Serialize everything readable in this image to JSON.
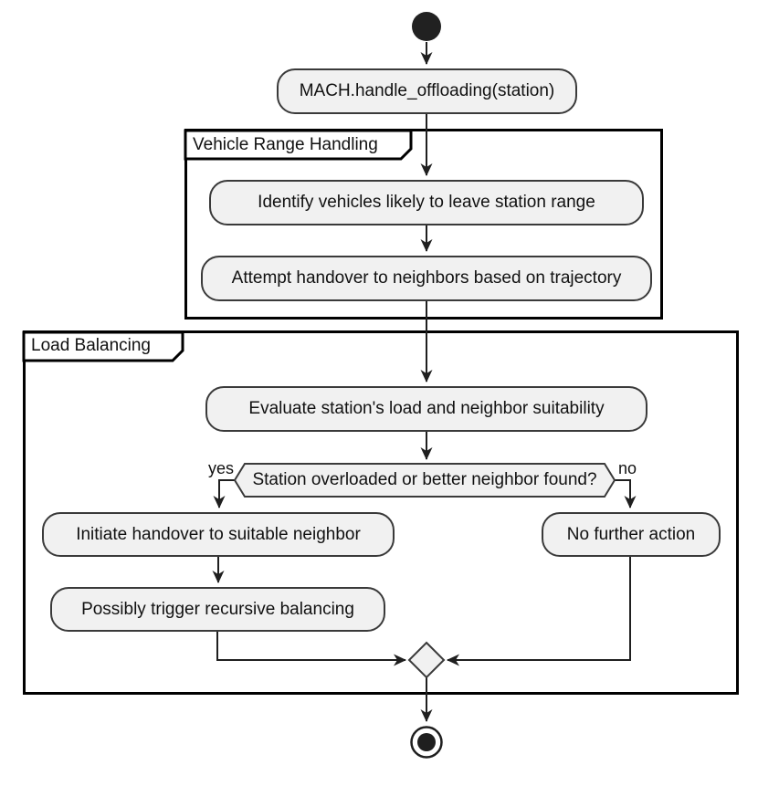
{
  "partitions": {
    "vehicle_range": "Vehicle Range Handling",
    "load_balancing": "Load Balancing"
  },
  "activities": {
    "entry": "MACH.handle_offloading(station)",
    "identify": "Identify vehicles likely to leave station range",
    "attempt": "Attempt handover to neighbors based on trajectory",
    "evaluate": "Evaluate station's load and neighbor suitability",
    "initiate": "Initiate handover to suitable neighbor",
    "recursive": "Possibly trigger recursive balancing",
    "no_action": "No further action"
  },
  "decision": {
    "question": "Station overloaded or better neighbor found?",
    "yes": "yes",
    "no": "no"
  },
  "flow": [
    {
      "from": "start",
      "to": "entry",
      "label": ""
    },
    {
      "from": "entry",
      "to": "identify",
      "label": ""
    },
    {
      "from": "identify",
      "to": "attempt",
      "label": ""
    },
    {
      "from": "attempt",
      "to": "evaluate",
      "label": ""
    },
    {
      "from": "evaluate",
      "to": "decision",
      "label": ""
    },
    {
      "from": "decision",
      "to": "initiate",
      "label": "yes"
    },
    {
      "from": "decision",
      "to": "no_action",
      "label": "no"
    },
    {
      "from": "initiate",
      "to": "recursive",
      "label": ""
    },
    {
      "from": "recursive",
      "to": "merge",
      "label": ""
    },
    {
      "from": "no_action",
      "to": "merge",
      "label": ""
    },
    {
      "from": "merge",
      "to": "end",
      "label": ""
    }
  ],
  "colors": {
    "activity_fill": "#f1f1f1",
    "activity_border": "#3a3a3a",
    "line": "#1f1f1f",
    "frame_border": "#000000",
    "text": "#111111",
    "background": "#ffffff"
  }
}
